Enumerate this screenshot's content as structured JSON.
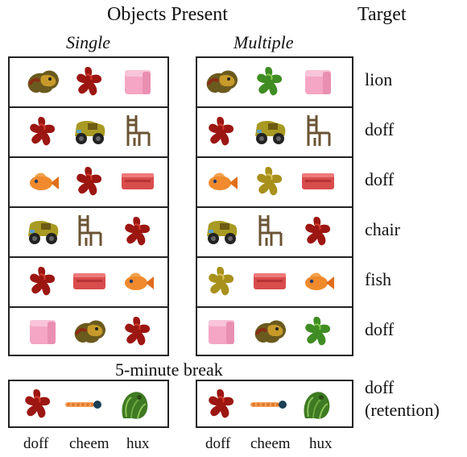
{
  "header": {
    "objects_present": "Objects Present",
    "target": "Target"
  },
  "columns": {
    "single": "Single",
    "multiple": "Multiple"
  },
  "rows": [
    {
      "single": [
        "lion",
        "doff-red",
        "cube"
      ],
      "multiple": [
        "lion",
        "doff-green",
        "cube"
      ],
      "target": "lion"
    },
    {
      "single": [
        "doff-red",
        "truck",
        "chair"
      ],
      "multiple": [
        "doff-red",
        "truck",
        "chair"
      ],
      "target": "doff"
    },
    {
      "single": [
        "fish",
        "doff-red",
        "box"
      ],
      "multiple": [
        "fish",
        "doff-yellow",
        "box"
      ],
      "target": "doff"
    },
    {
      "single": [
        "truck",
        "chair",
        "doff-red"
      ],
      "multiple": [
        "truck",
        "chair",
        "doff-red"
      ],
      "target": "chair"
    },
    {
      "single": [
        "doff-red",
        "box",
        "fish"
      ],
      "multiple": [
        "doff-yellow",
        "box",
        "fish"
      ],
      "target": "fish"
    },
    {
      "single": [
        "cube",
        "lion",
        "doff-red"
      ],
      "multiple": [
        "cube",
        "lion",
        "doff-green"
      ],
      "target": "doff"
    }
  ],
  "break_label": "5-minute break",
  "retention": {
    "single": [
      "doff-red",
      "cheem",
      "hux"
    ],
    "multiple": [
      "doff-red",
      "cheem",
      "hux"
    ],
    "target_line1": "doff",
    "target_line2": "(retention)",
    "labels": [
      "doff",
      "cheem",
      "hux"
    ]
  }
}
